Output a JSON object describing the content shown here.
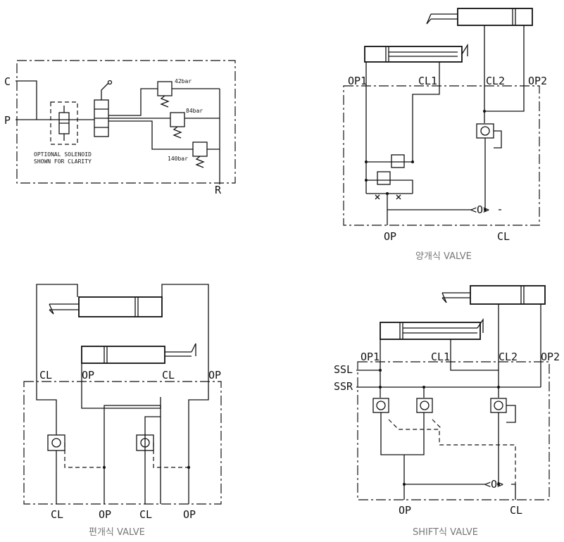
{
  "panel_a": {
    "port_c": "C",
    "port_p": "P",
    "port_r": "R",
    "relief_1": "42bar",
    "relief_2": "84bar",
    "relief_3": "140bar",
    "note_line1": "OPTIONAL SOLENOID",
    "note_line2": "SHOWN FOR CLARITY"
  },
  "panel_b": {
    "op1": "OP1",
    "cl1": "CL1",
    "cl2": "CL2",
    "op2": "OP2",
    "op": "OP",
    "cl": "CL",
    "caption": "양개식 VALVE"
  },
  "panel_c": {
    "cl_top": "CL",
    "op_top_left": "OP",
    "cl_top_mid": "CL",
    "op_top_right": "OP",
    "cl_b1": "CL",
    "op_b1": "OP",
    "cl_b2": "CL",
    "op_b2": "OP",
    "caption": "편개식 VALVE"
  },
  "panel_d": {
    "op1": "OP1",
    "cl1": "CL1",
    "cl2": "CL2",
    "op2": "OP2",
    "ssl": "SSL",
    "ssr": "SSR",
    "op": "OP",
    "cl": "CL",
    "caption": "SHIFT식 VALVE"
  }
}
